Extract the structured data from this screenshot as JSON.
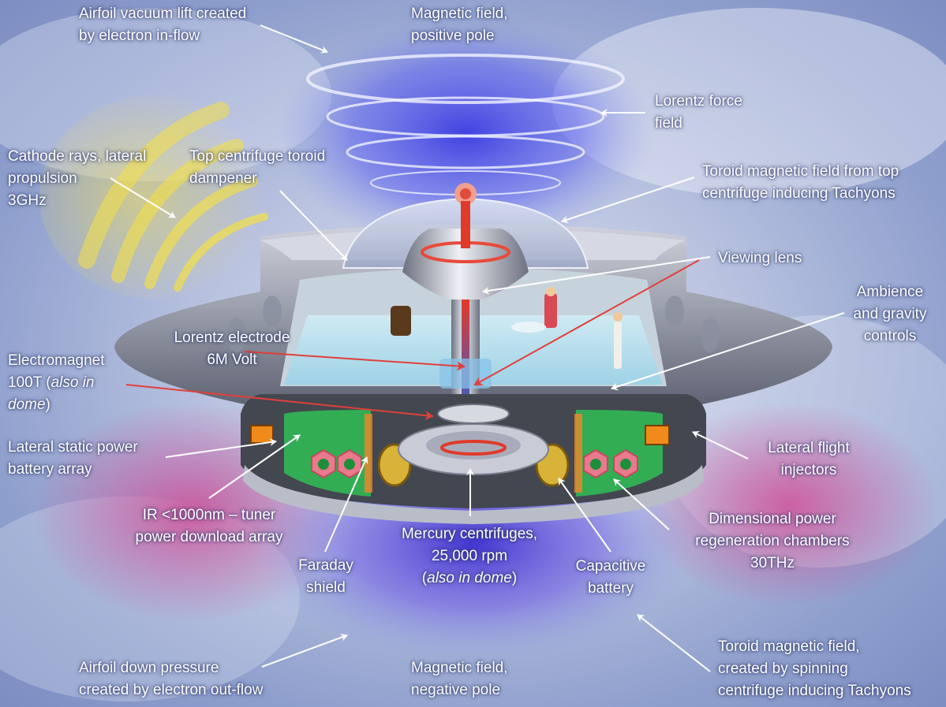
{
  "labels": {
    "airfoil_lift": [
      "Airfoil vacuum lift created",
      "by electron in-flow"
    ],
    "magnetic_positive": [
      "Magnetic field,",
      "positive pole"
    ],
    "lorentz_force": [
      "Lorentz force",
      "field"
    ],
    "cathode_rays": [
      "Cathode rays, lateral",
      "propulsion",
      "3GHz"
    ],
    "top_centrifuge": [
      "Top centrifuge toroid",
      "dampener"
    ],
    "toroid_top": [
      "Toroid magnetic field  from top",
      "centrifuge inducing Tachyons"
    ],
    "viewing_lens": [
      "Viewing  lens"
    ],
    "ambience": [
      "Ambience",
      "and gravity",
      "controls"
    ],
    "lorentz_electrode": [
      "Lorentz electrode",
      "6M Volt"
    ],
    "electromagnet": {
      "line1": "Electromagnet",
      "line2_pre": "100T (",
      "line2_italic": "also in",
      "line3_italic": "dome",
      "line3_post": ")"
    },
    "lateral_static": [
      "Lateral static power",
      "battery array"
    ],
    "lateral_flight": [
      "Lateral  flight",
      "injectors"
    ],
    "ir_tuner": [
      "IR <1000nm – tuner",
      "power download array"
    ],
    "mercury": {
      "line1": "Mercury centrifuges,",
      "line2": "25,000 rpm",
      "line3_pre": "(",
      "line3_italic": "also in dome",
      "line3_post": ")"
    },
    "dimensional": [
      "Dimensional  power",
      "regeneration  chambers",
      "30THz"
    ],
    "faraday": [
      "Faraday",
      "shield"
    ],
    "capacitive": [
      "Capacitive",
      "battery"
    ],
    "airfoil_down": [
      "Airfoil down pressure",
      "created by electron out-flow"
    ],
    "magnetic_negative": [
      "Magnetic field,",
      "negative pole"
    ],
    "toroid_bottom": [
      "Toroid magnetic field,",
      "created by spinning",
      "centrifuge inducing Tachyons"
    ]
  },
  "colors": {
    "label_text": "#ffffff",
    "arrow_white": "#ffffff",
    "arrow_red": "#e0403a",
    "field_blue": "#4a4fe0",
    "cathode_yellow": "#e9d23c",
    "hull_silver": "#b8bcc8",
    "chamber_green": "#3fd46b",
    "battery_orange": "#f08a1a"
  }
}
